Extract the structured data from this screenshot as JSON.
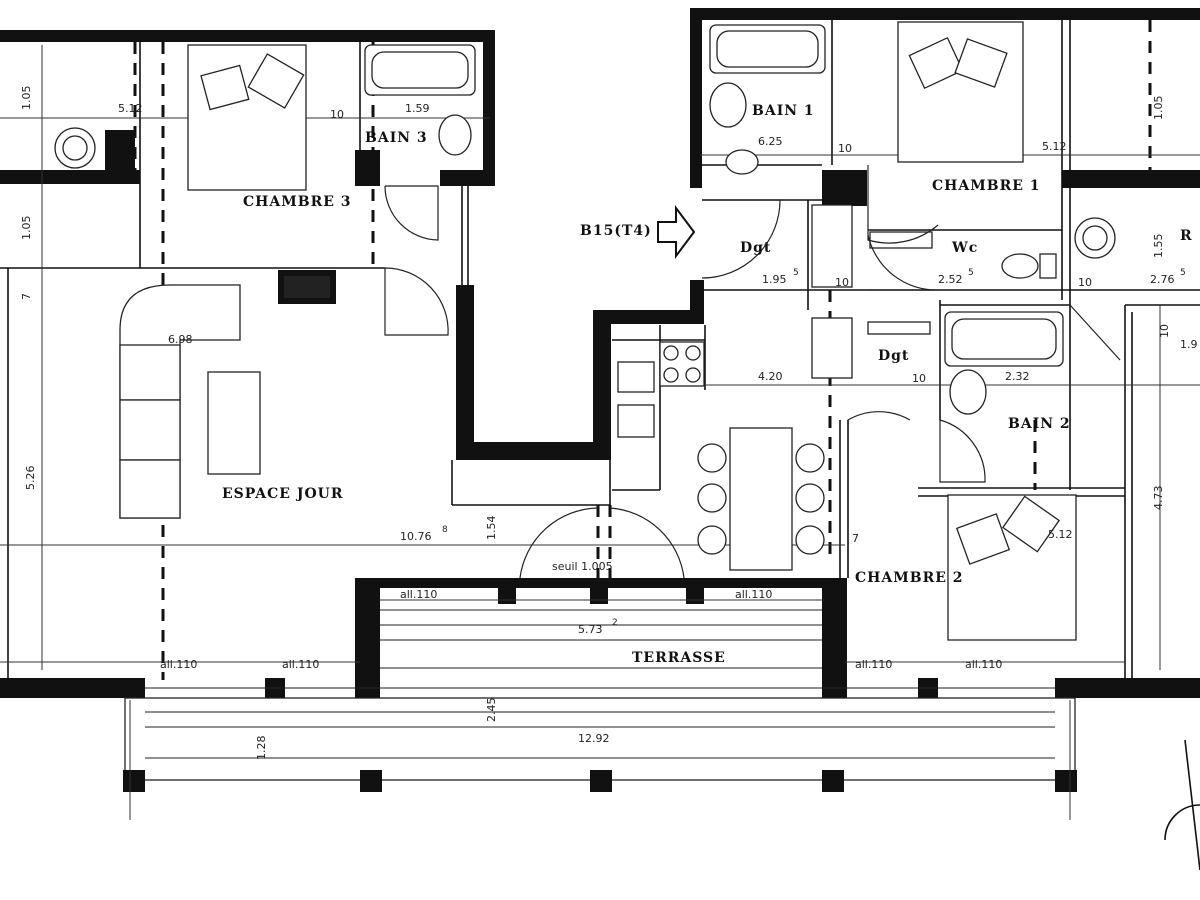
{
  "rooms": {
    "chambre_3": "CHAMBRE 3",
    "bain_3": "BAIN 3",
    "bain_1": "BAIN 1",
    "chambre_1": "CHAMBRE 1",
    "dgt_entry": "Dgt",
    "wc": "Wc",
    "dgt_inner": "Dgt",
    "bain_2": "BAIN 2",
    "espace_jour": "ESPACE JOUR",
    "chambre_2": "CHAMBRE 2",
    "terrasse": "TERRASSE",
    "right_partial": "R"
  },
  "entry_label": "B15(T4)",
  "dimensions": {
    "d_512": "5.12",
    "d_10_a": "10",
    "d_159": "1.59",
    "d_105_left": "1.05",
    "d_7_left": "7",
    "d_698": "6.98",
    "d_526": "5.26",
    "d_10768": "10.76",
    "d_10768_sup": "8",
    "d_154": "1.54",
    "d_seuil": "seuil 1.005",
    "d_all110_1": "all.110",
    "d_all110_2": "all.110",
    "d_all110_3": "all.110",
    "d_all110_4": "all.110",
    "d_all110_5": "all.110",
    "d_all110_6": "all.110",
    "d_573": "5.73",
    "d_573_sup": "2",
    "d_245": "2.45",
    "d_1292": "12.92",
    "d_128": "1.28",
    "d_625": "6.25",
    "d_10_b": "10",
    "d_512_b": "5.12",
    "d_1955": "1.95",
    "d_1955_sup": "5",
    "d_10_c": "10",
    "d_2525": "2.52",
    "d_2525_sup": "5",
    "d_10_d": "10",
    "d_2765": "2.76",
    "d_2765_sup": "5",
    "d_155_right": "1.55",
    "d_105_right": "1.05",
    "d_420": "4.20",
    "d_10_e": "10",
    "d_232": "2.32",
    "d_473": "4.73",
    "d_7_right": "7",
    "d_512_c": "5.12",
    "d_10_f": "10",
    "d_19": "1.9",
    "d_105_tl": "1.05"
  },
  "colors": {
    "wall": "#111111",
    "paper": "#ffffff"
  }
}
